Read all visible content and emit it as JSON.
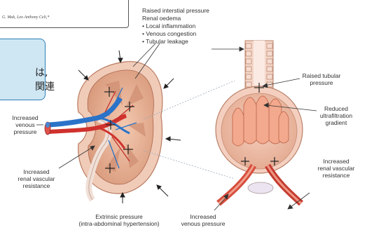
{
  "header": {
    "authors": "G. Mak, Leo Anthony Celi,*"
  },
  "callout": {
    "line1": "は,",
    "line2": "関連"
  },
  "top_label": {
    "title": "Raised interstial pressure",
    "subtitle": "Renal oedema",
    "items": [
      "• Local inflammation",
      "• Venous congestion",
      "• Tubular leakage"
    ]
  },
  "labels": {
    "left_venous": [
      "Increased",
      "venous",
      "pressure"
    ],
    "left_vascular": [
      "Increased",
      "renal vascular",
      "resistance"
    ],
    "bottom_extrinsic": [
      "Extrinsic pressure",
      "(intra-abdominal hypertension)"
    ],
    "bottom_venous": [
      "Increased",
      "venous pressure"
    ],
    "right_tubular": [
      "Raised tubular",
      "pressure"
    ],
    "right_filtration": [
      "Reduced",
      "ultrafiltration",
      "gradient"
    ],
    "right_vascular": [
      "Increased",
      "renal vascular",
      "resistance"
    ]
  },
  "colors": {
    "kidney": "#e8b59a",
    "kidney_dark": "#c98a6d",
    "capsule": "#f2cfc0",
    "vein": "#2a73c8",
    "artery": "#d0312d",
    "callout_bg": "#cfe7f3",
    "callout_border": "#2c7fb5"
  }
}
